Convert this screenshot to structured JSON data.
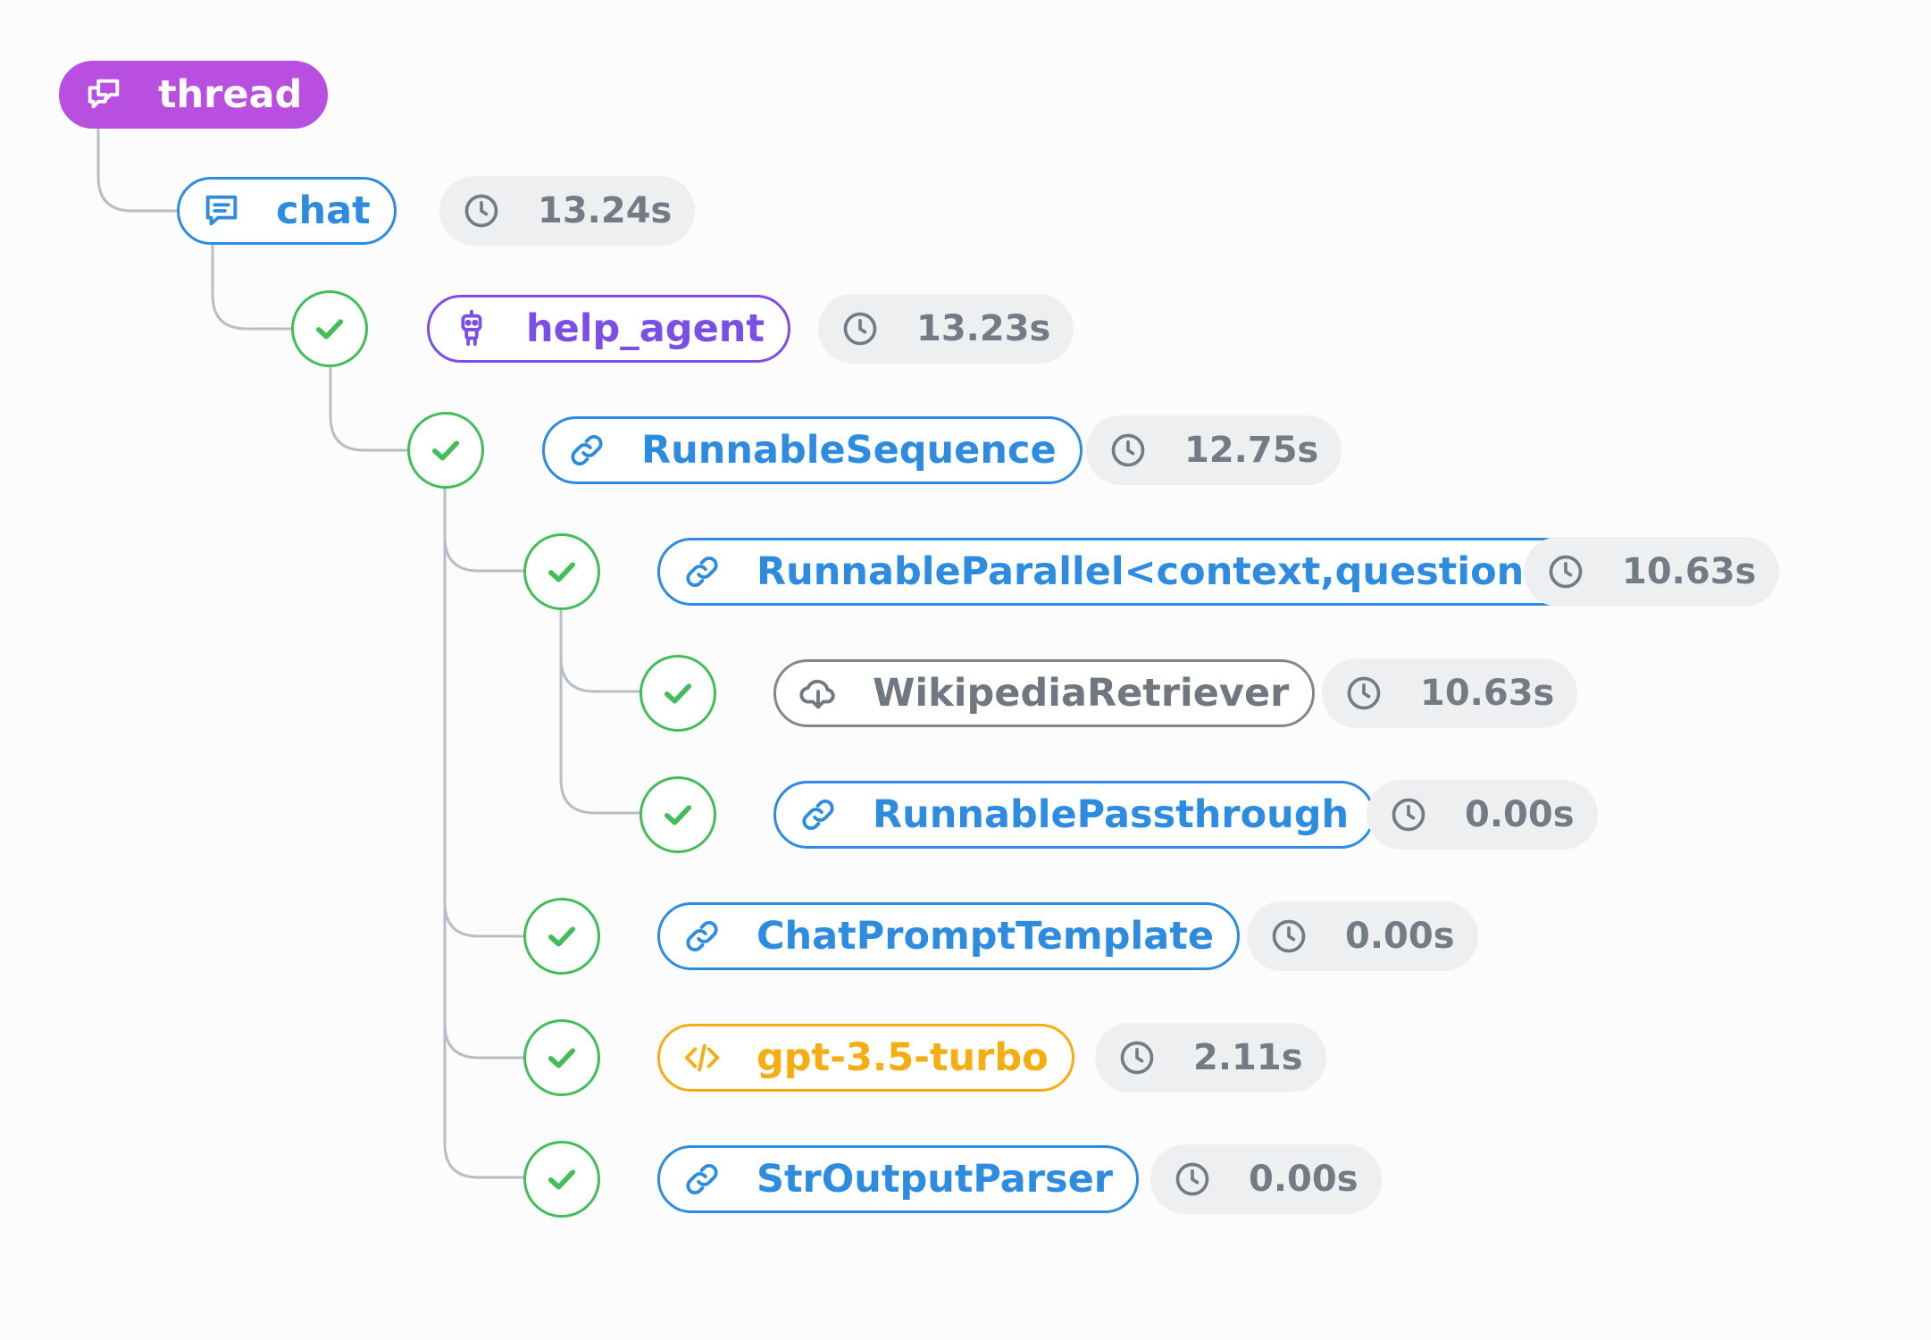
{
  "colors": {
    "connector": "#b8bec5",
    "blue": "#2d8be0",
    "purple": "#7b4ee6",
    "magenta": "#b94fe0",
    "gray": "#808890",
    "amber": "#f5ad12",
    "green": "#43bd5a",
    "badge_bg": "#eeeff1",
    "badge_text": "#737b84"
  },
  "nodes": [
    {
      "id": "thread",
      "label": "thread",
      "icon": "chat-bubbles-icon",
      "status": null,
      "duration": null
    },
    {
      "id": "chat",
      "label": "chat",
      "icon": "message-icon",
      "status": null,
      "duration": "13.24s"
    },
    {
      "id": "help_agent",
      "label": "help_agent",
      "icon": "robot-icon",
      "status": "success",
      "duration": "13.23s"
    },
    {
      "id": "runnable_sequence",
      "label": "RunnableSequence",
      "icon": "link-icon",
      "status": "success",
      "duration": "12.75s"
    },
    {
      "id": "runnable_parallel",
      "label": "RunnableParallel<context,question>",
      "icon": "link-icon",
      "status": "success",
      "duration": "10.63s"
    },
    {
      "id": "wikipedia_retriever",
      "label": "WikipediaRetriever",
      "icon": "cloud-download-icon",
      "status": "success",
      "duration": "10.63s"
    },
    {
      "id": "runnable_passthrough",
      "label": "RunnablePassthrough",
      "icon": "link-icon",
      "status": "success",
      "duration": "0.00s"
    },
    {
      "id": "chat_prompt_template",
      "label": "ChatPromptTemplate",
      "icon": "link-icon",
      "status": "success",
      "duration": "0.00s"
    },
    {
      "id": "gpt",
      "label": "gpt-3.5-turbo",
      "icon": "code-icon",
      "status": "success",
      "duration": "2.11s"
    },
    {
      "id": "str_output_parser",
      "label": "StrOutputParser",
      "icon": "link-icon",
      "status": "success",
      "duration": "0.00s"
    }
  ]
}
